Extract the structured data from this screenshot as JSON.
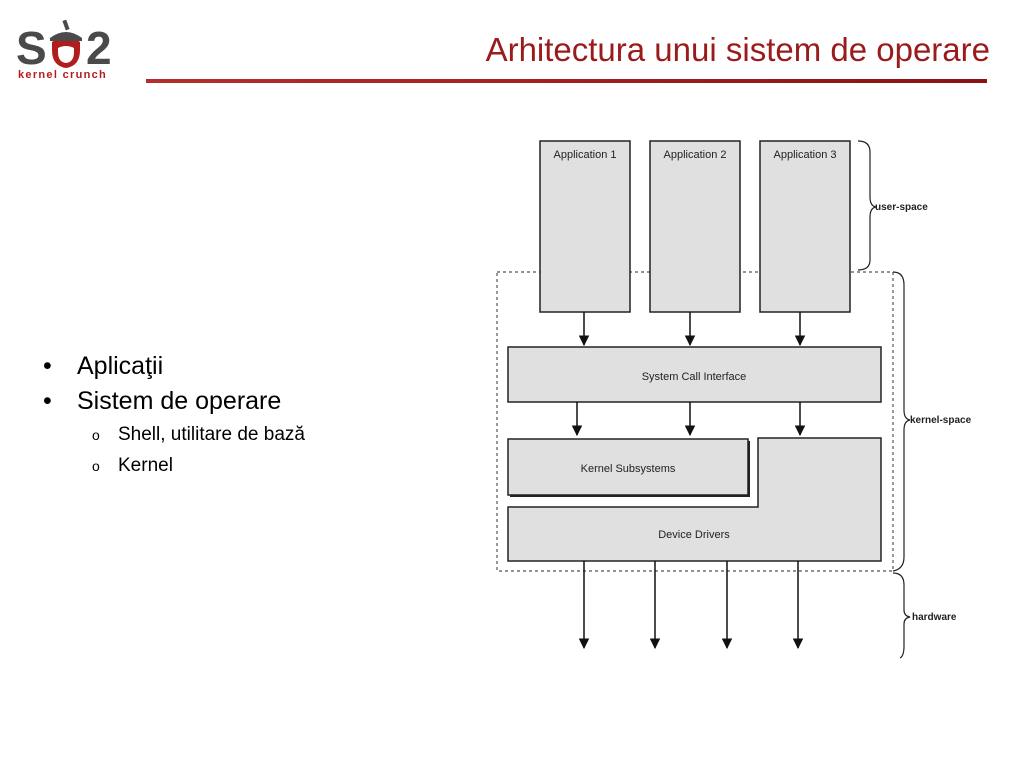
{
  "logo": {
    "text": "SO2",
    "subtitle": "kernel crunch"
  },
  "slide": {
    "title": "Arhitectura unui sistem de operare"
  },
  "bullets": {
    "item1": "Aplicaţii",
    "item2": "Sistem de operare",
    "sub1": "Shell, utilitare de bază",
    "sub2": "Kernel"
  },
  "diagram": {
    "app1": "Application 1",
    "app2": "Application 2",
    "app3": "Application 3",
    "syscall": "System Call Interface",
    "subsystems": "Kernel Subsystems",
    "drivers": "Device Drivers",
    "user_space": "user-space",
    "kernel_space": "kernel-space",
    "hardware": "hardware"
  },
  "colors": {
    "title": "#9a1b1b",
    "accent": "#b31c1c",
    "box_fill": "#e0e0e0"
  }
}
